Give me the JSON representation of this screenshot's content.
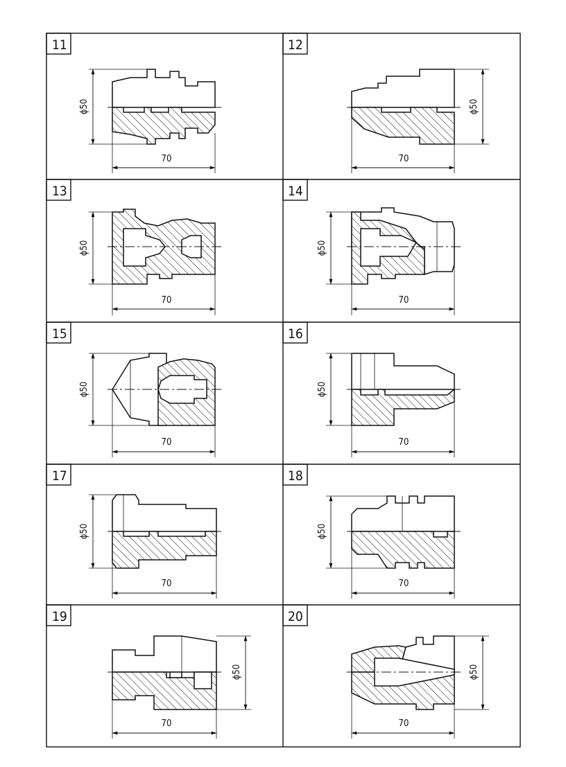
{
  "sheet": {
    "cells": [
      {
        "id": "11",
        "diameter": "ϕ50",
        "length": "70"
      },
      {
        "id": "12",
        "diameter": "ϕ50",
        "length": "70"
      },
      {
        "id": "13",
        "diameter": "ϕ50",
        "length": "70"
      },
      {
        "id": "14",
        "diameter": "ϕ50",
        "length": "70"
      },
      {
        "id": "15",
        "diameter": "ϕ50",
        "length": "70"
      },
      {
        "id": "16",
        "diameter": "ϕ50",
        "length": "70"
      },
      {
        "id": "17",
        "diameter": "ϕ50",
        "length": "70"
      },
      {
        "id": "18",
        "diameter": "ϕ50",
        "length": "70"
      },
      {
        "id": "19",
        "diameter": "ϕ50",
        "length": "70"
      },
      {
        "id": "20",
        "diameter": "ϕ50",
        "length": "70"
      }
    ]
  }
}
